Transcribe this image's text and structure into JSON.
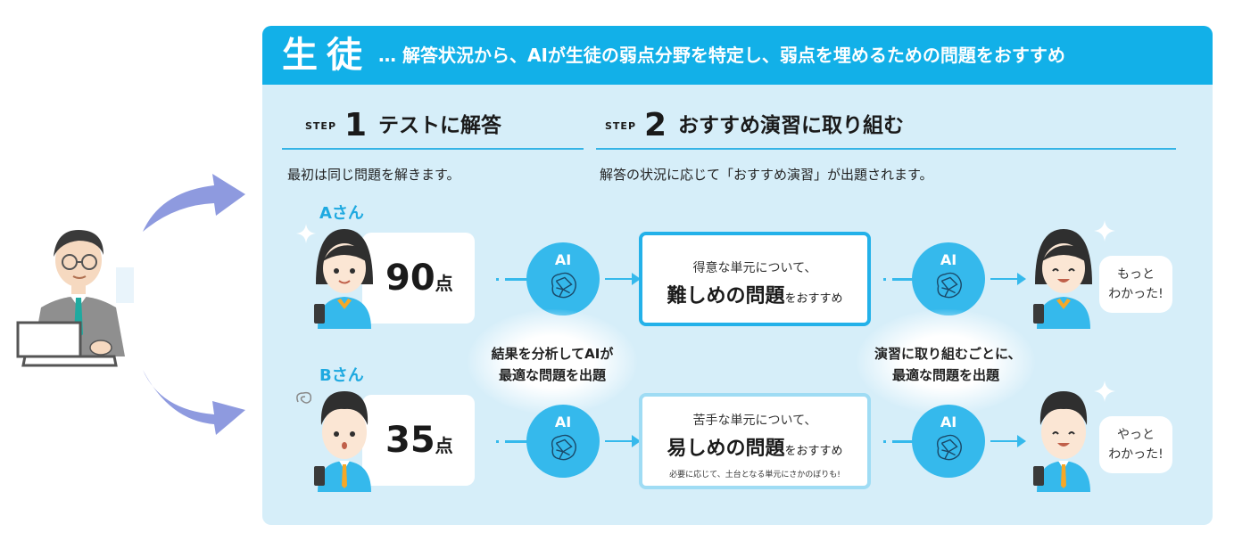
{
  "header": {
    "title": "生徒",
    "subtitle": "… 解答状況から、AIが生徒の弱点分野を特定し、弱点を埋めるための問題をおすすめ"
  },
  "step1": {
    "label": "STEP",
    "number": "1",
    "title": "テストに解答",
    "description": "最初は同じ問題を解きます。"
  },
  "step2": {
    "label": "STEP",
    "number": "2",
    "title": "おすすめ演習に取り組む",
    "description": "解答の状況に応じて「おすすめ演習」が出題されます。"
  },
  "studentA": {
    "name": "Aさん",
    "score": "90",
    "unit": "点",
    "ai_label": "AI",
    "rec_line1": "得意な単元について、",
    "rec_strong": "難しめの問題",
    "rec_tail": "をおすすめ",
    "ai_label2": "AI",
    "bubble_line1": "もっと",
    "bubble_line2": "わかった!"
  },
  "studentB": {
    "name": "Bさん",
    "score": "35",
    "unit": "点",
    "ai_label": "AI",
    "rec_line1": "苦手な単元について、",
    "rec_strong": "易しめの問題",
    "rec_tail": "をおすすめ",
    "rec_note": "必要に応じて、土台となる単元にさかのぼりも!",
    "ai_label2": "AI",
    "bubble_line1": "やっと",
    "bubble_line2": "わかった!"
  },
  "middle": {
    "left_line1": "結果を分析してAIが",
    "left_line2": "最適な問題を出題",
    "right_line1": "演習に取り組むごとに、",
    "right_line2": "最適な問題を出題"
  },
  "colors": {
    "header": "#12b0e8",
    "panel": "#d6eef9",
    "accent": "#35b9ec",
    "arrow": "#8e9adf"
  }
}
